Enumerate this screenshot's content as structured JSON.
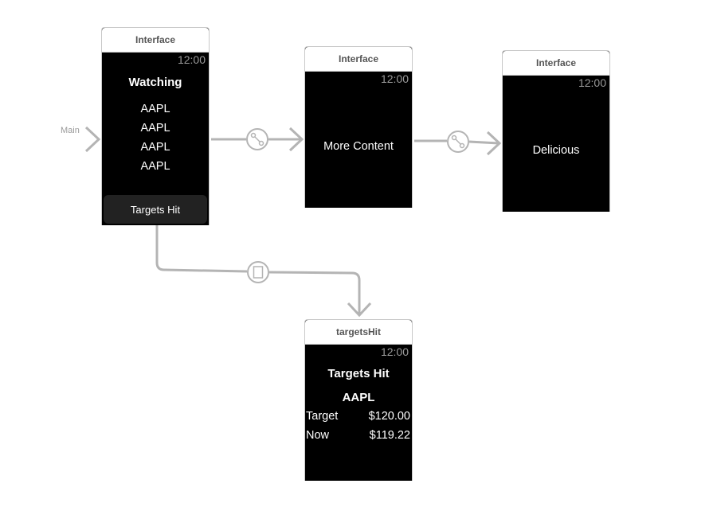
{
  "entry_label": "Main",
  "scenes": {
    "main": {
      "title": "Interface",
      "time": "12:00",
      "heading": "Watching",
      "items": [
        "AAPL",
        "AAPL",
        "AAPL",
        "AAPL"
      ],
      "button": "Targets Hit"
    },
    "more": {
      "title": "Interface",
      "time": "12:00",
      "text": "More Content"
    },
    "delicious": {
      "title": "Interface",
      "time": "12:00",
      "text": "Delicious"
    },
    "targets": {
      "title": "targetsHit",
      "time": "12:00",
      "heading": "Targets Hit",
      "symbol": "AAPL",
      "rows": [
        {
          "label": "Target",
          "value": "$120.00"
        },
        {
          "label": "Now",
          "value": "$119.22"
        }
      ]
    }
  },
  "segue_icons": [
    "push-segue-icon",
    "push-segue-icon",
    "modal-segue-icon"
  ],
  "colors": {
    "connector": "#b4b4b4",
    "scene_bg": "#000000",
    "header_text": "#555555",
    "time_text": "#9a9a9a"
  }
}
